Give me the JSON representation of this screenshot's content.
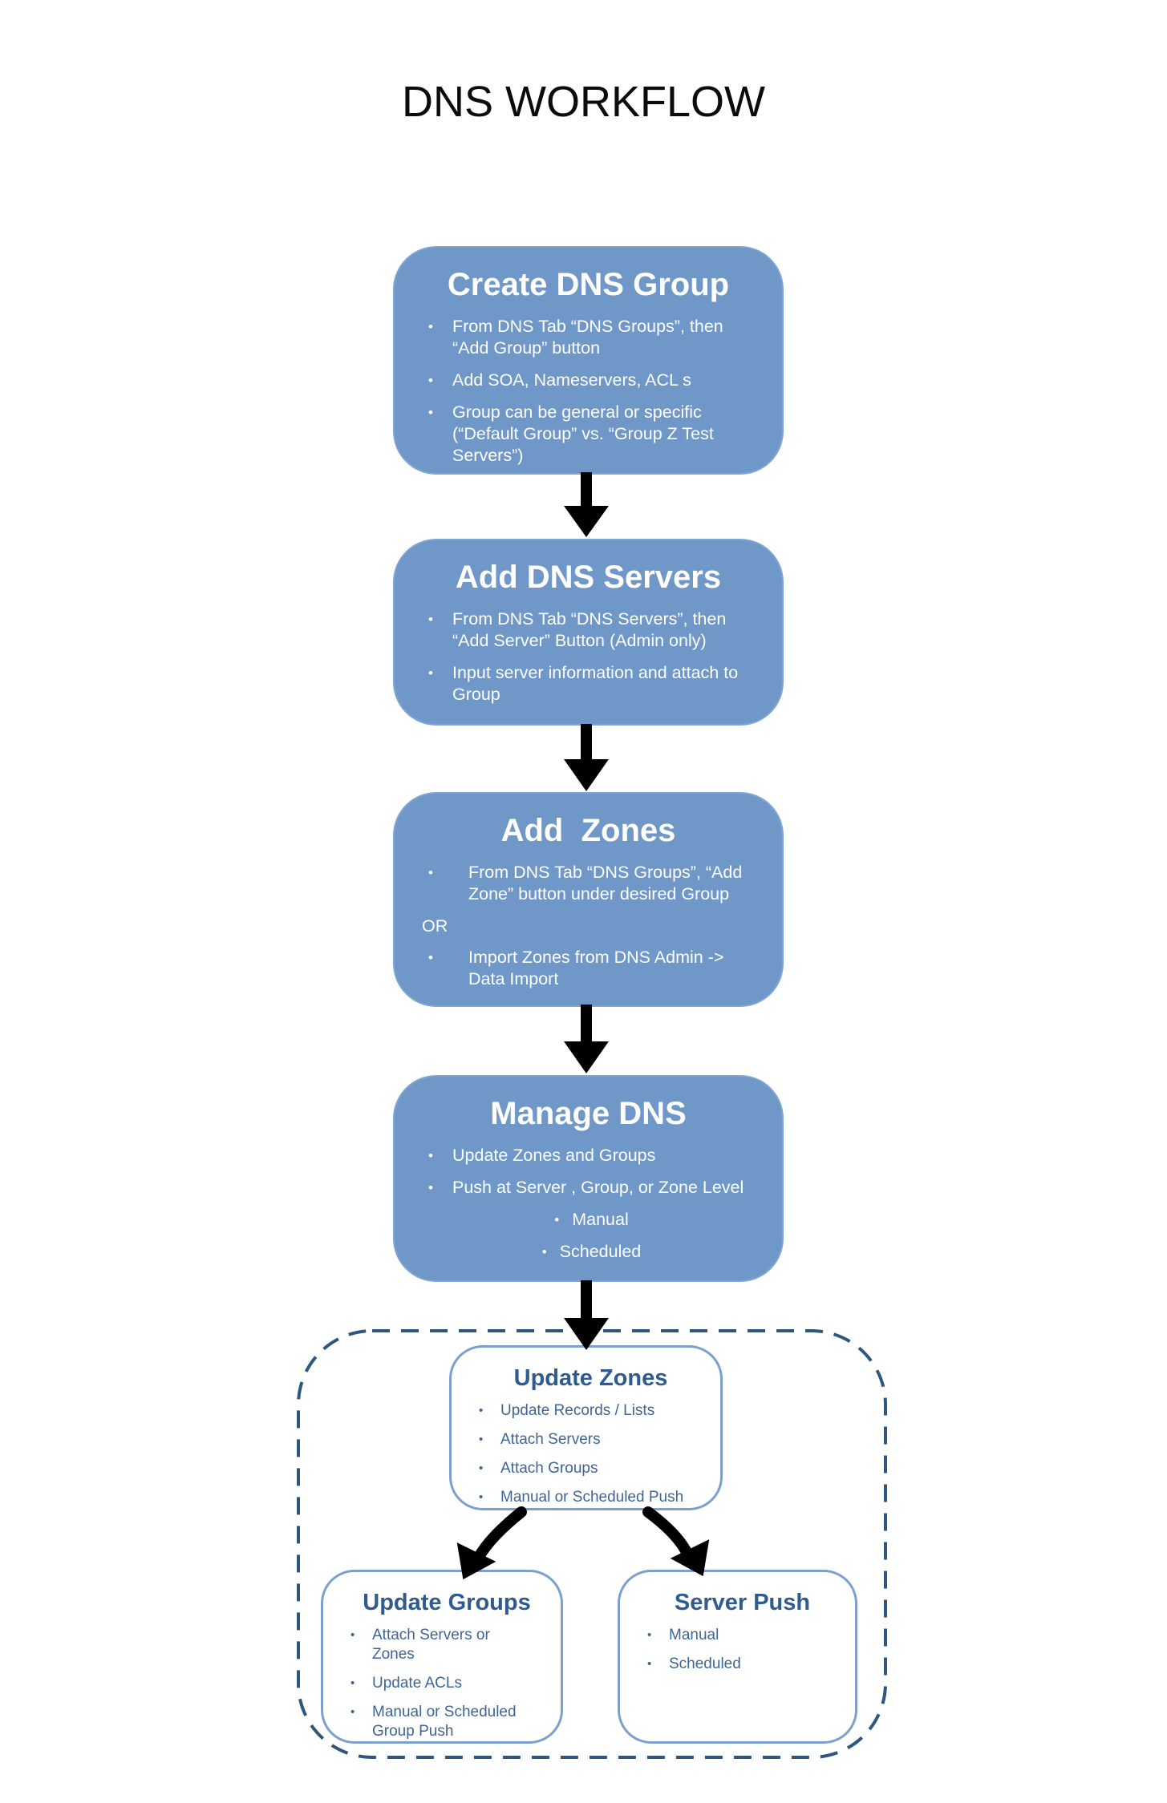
{
  "title": "DNS WORKFLOW",
  "glyphs": {
    "bullet": "•"
  },
  "colors": {
    "step_box_fill": "#6F98C9",
    "step_box_border": "#7FA5D2",
    "step_text": "#FFFFFF",
    "detail_box_border": "#7BA0CB",
    "detail_heading_text": "#2F5B8F",
    "detail_body_text": "#3E6596",
    "dashed_boundary": "#2E567E",
    "arrow": "#000000",
    "title_text": "#0B0B0B"
  },
  "steps": [
    {
      "title": "Create DNS Group",
      "bullets": [
        "From DNS Tab “DNS Groups”, then “Add Group” button",
        "Add SOA, Nameservers, ACL s",
        "Group can be general or specific (“Default Group” vs. “Group Z Test Servers”)"
      ]
    },
    {
      "title": "Add DNS Servers",
      "bullets": [
        "From DNS Tab “DNS Servers”, then “Add Server” Button (Admin only)",
        "Input server information and attach to Group"
      ]
    },
    {
      "title": "Add  Zones",
      "bullets": [
        "From DNS Tab “DNS Groups”, “Add Zone” button under desired Group"
      ],
      "or_label": "OR",
      "bullets_after_or": [
        "Import Zones from DNS Admin -> Data Import"
      ]
    },
    {
      "title": "Manage DNS",
      "bullets": [
        "Update Zones and Groups",
        "Push at Server , Group, or Zone Level"
      ],
      "sub_bullets": [
        "Manual",
        "Scheduled"
      ]
    }
  ],
  "details": {
    "update_zones": {
      "title": "Update Zones",
      "bullets": [
        "Update Records / Lists",
        "Attach Servers",
        "Attach Groups",
        "Manual or Scheduled Push"
      ]
    },
    "update_groups": {
      "title": "Update Groups",
      "bullets": [
        "Attach Servers or Zones",
        "Update ACLs",
        "Manual or Scheduled Group Push"
      ]
    },
    "server_push": {
      "title": "Server Push",
      "bullets": [
        "Manual",
        "Scheduled"
      ]
    }
  }
}
